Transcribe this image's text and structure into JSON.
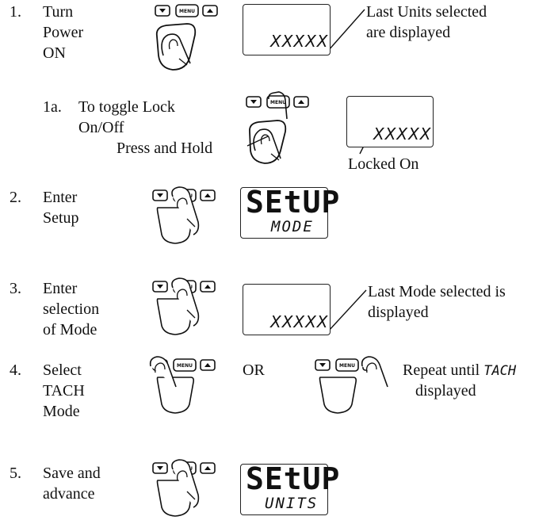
{
  "steps": [
    {
      "num": "1.",
      "label": [
        "Turn",
        "Power",
        "ON"
      ],
      "lcd": "XXXXX",
      "note": [
        "Last Units selected",
        "are displayed"
      ]
    },
    {
      "num": "1a.",
      "label": [
        "To toggle Lock",
        "On/Off"
      ],
      "press": "Press and Hold",
      "lcd": "XXXXX",
      "note": [
        "Locked On"
      ]
    },
    {
      "num": "2.",
      "label": [
        "Enter",
        "Setup"
      ],
      "lcd_main": "SEtUP",
      "lcd_sub": "MODE"
    },
    {
      "num": "3.",
      "label": [
        "Enter",
        "selection",
        "of Mode"
      ],
      "lcd": "XXXXX",
      "note": [
        "Last Mode selected is",
        "displayed"
      ]
    },
    {
      "num": "4.",
      "label": [
        "Select",
        "TACH",
        "Mode"
      ],
      "or": "OR",
      "note": [
        "Repeat until ",
        "TACH",
        "displayed"
      ]
    },
    {
      "num": "5.",
      "label": [
        "Save and",
        "advance"
      ],
      "lcd_main": "SEtUP",
      "lcd_sub": "UNITS"
    }
  ],
  "buttons": {
    "down": "down-arrow",
    "menu": "MENU",
    "up": "up-arrow"
  }
}
